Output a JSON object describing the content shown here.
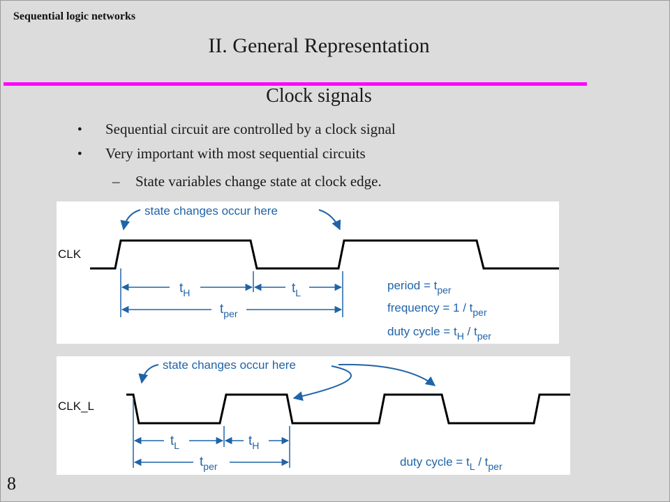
{
  "header": "Sequential logic networks",
  "title": "II. General Representation",
  "subtitle": "Clock signals",
  "bullets": [
    "Sequential circuit are controlled by a clock signal",
    "Very important with most sequential circuits"
  ],
  "subbullet": "State variables change state at clock edge.",
  "page_number": "8",
  "colors": {
    "rule": "#ff00ff",
    "annotation": "#1f63a8",
    "background": "#dcdcdc"
  },
  "diagram_top": {
    "signal": "CLK",
    "callout": "state changes occur here",
    "t_h": "t",
    "t_h_sub": "H",
    "t_l": "t",
    "t_l_sub": "L",
    "t_per": "t",
    "t_per_sub": "per",
    "formulas": {
      "period_pre": "period = t",
      "period_sub": "per",
      "freq_pre": "frequency = 1 / t",
      "freq_sub": "per",
      "duty_pre": "duty cycle = t",
      "duty_sub1": "H",
      "duty_mid": " / t",
      "duty_sub2": "per"
    }
  },
  "diagram_bottom": {
    "signal": "CLK_L",
    "callout": "state changes occur here",
    "t_l": "t",
    "t_l_sub": "L",
    "t_h": "t",
    "t_h_sub": "H",
    "t_per": "t",
    "t_per_sub": "per",
    "formula": {
      "duty_pre": "duty cycle = t",
      "duty_sub1": "L",
      "duty_mid": " / t",
      "duty_sub2": "per"
    }
  }
}
